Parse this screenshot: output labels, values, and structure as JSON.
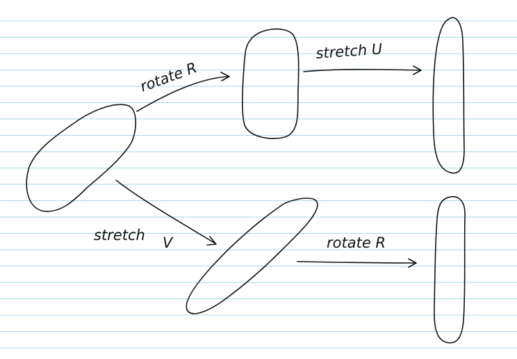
{
  "labels": {
    "top_rotate": "rotate R",
    "top_stretch": "stretch U",
    "bottom_stretch": "stretch",
    "bottom_stretch_symbol": "V",
    "bottom_rotate": "rotate R"
  },
  "colors": {
    "ink": "#111111",
    "ruled_line": "#a9d7e3",
    "paper": "#ffffff"
  }
}
